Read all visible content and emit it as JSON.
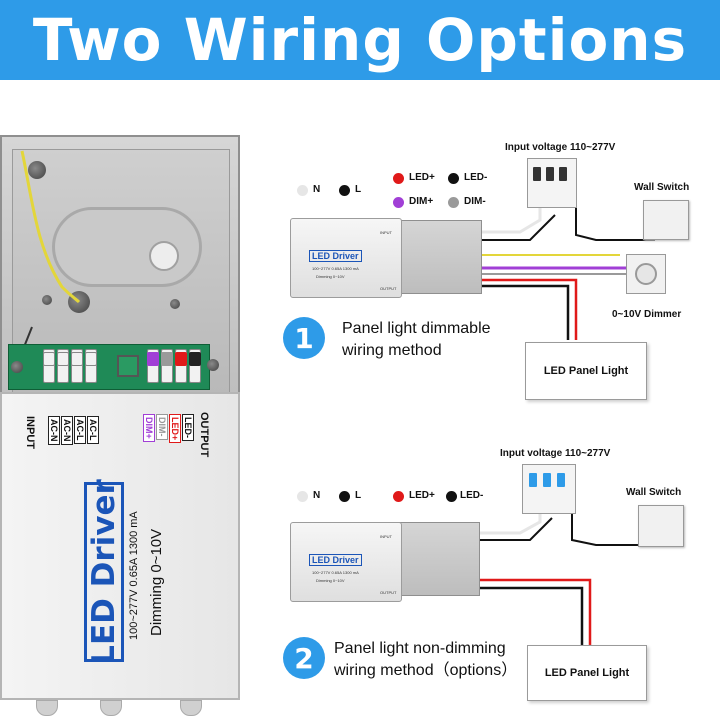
{
  "header": {
    "title": "Two Wiring Options"
  },
  "driver_photo": {
    "brand": "LED Driver",
    "input_label": "INPUT",
    "output_label": "OUTPUT",
    "input_pins": [
      "AC-N",
      "AC-N",
      "AC-L",
      "AC-L"
    ],
    "output_pins": [
      "DIM+",
      "DIM-",
      "LED+",
      "LED-"
    ],
    "spec_line": "100~277V  0.65A  1300 mA",
    "dimming": "Dimming 0~10V"
  },
  "mini_driver": {
    "brand": "LED Driver",
    "spec_line": "100~277V  0.65A  1300 mA",
    "dimming": "Dimming 0~10V",
    "input_label": "INPUT",
    "output_label": "OUTPUT"
  },
  "legend": {
    "n": "N",
    "l": "L",
    "led_plus": "LED+",
    "led_minus": "LED-",
    "dim_plus": "DIM+",
    "dim_minus": "DIM-"
  },
  "colors": {
    "accent": "#2e9be8",
    "neutral": "#e6e6e6",
    "live": "#111111",
    "led_plus": "#e01919",
    "led_minus": "#111111",
    "dim_plus": "#a13fd6",
    "dim_minus": "#9a9a9a",
    "ground": "#e3d63a"
  },
  "option1": {
    "number": "1",
    "input_voltage": "Input voltage 110~277V",
    "wall_switch": "Wall Switch",
    "dimmer": "0~10V Dimmer",
    "panel_light": "LED Panel Light",
    "method_line1": "Panel light dimmable",
    "method_line2": "wiring method"
  },
  "option2": {
    "number": "2",
    "input_voltage": "Input voltage 110~277V",
    "wall_switch": "Wall Switch",
    "panel_light": "LED Panel Light",
    "method_line1": "Panel light non-dimming",
    "method_line2": "wiring method（options）"
  }
}
